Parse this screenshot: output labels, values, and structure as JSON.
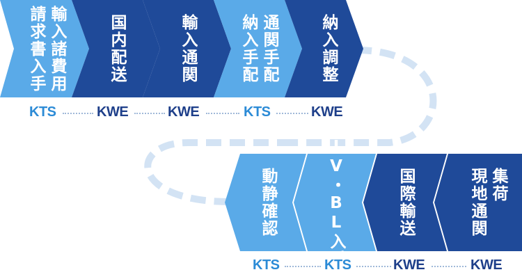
{
  "colors": {
    "light_blue": "#5aaae8",
    "dark_blue": "#1f4a99",
    "kts_text": "#2c8bd6",
    "kwe_text": "#1e3f8a",
    "connector": "#d3e3f4",
    "dots": "#9fb8d8"
  },
  "top_row": {
    "steps": [
      {
        "text": "輸入諸費用\n請求書入手",
        "color": "light"
      },
      {
        "text": "国内配送",
        "color": "dark"
      },
      {
        "text": "輸入通関",
        "color": "dark"
      },
      {
        "text": "通関手配\n納入手配",
        "color": "light"
      },
      {
        "text": "納入調整",
        "color": "dark"
      }
    ],
    "labels": [
      "KTS",
      "KWE",
      "KWE",
      "KTS",
      "KWE"
    ]
  },
  "bottom_row": {
    "steps": [
      {
        "text": "動静確認",
        "color": "light"
      },
      {
        "text": "IV・BL入手",
        "color": "light"
      },
      {
        "text": "国際輸送",
        "color": "dark"
      },
      {
        "text": "集荷\n現地通関",
        "color": "dark"
      }
    ],
    "labels": [
      "KTS",
      "KTS",
      "KWE",
      "KWE"
    ]
  }
}
